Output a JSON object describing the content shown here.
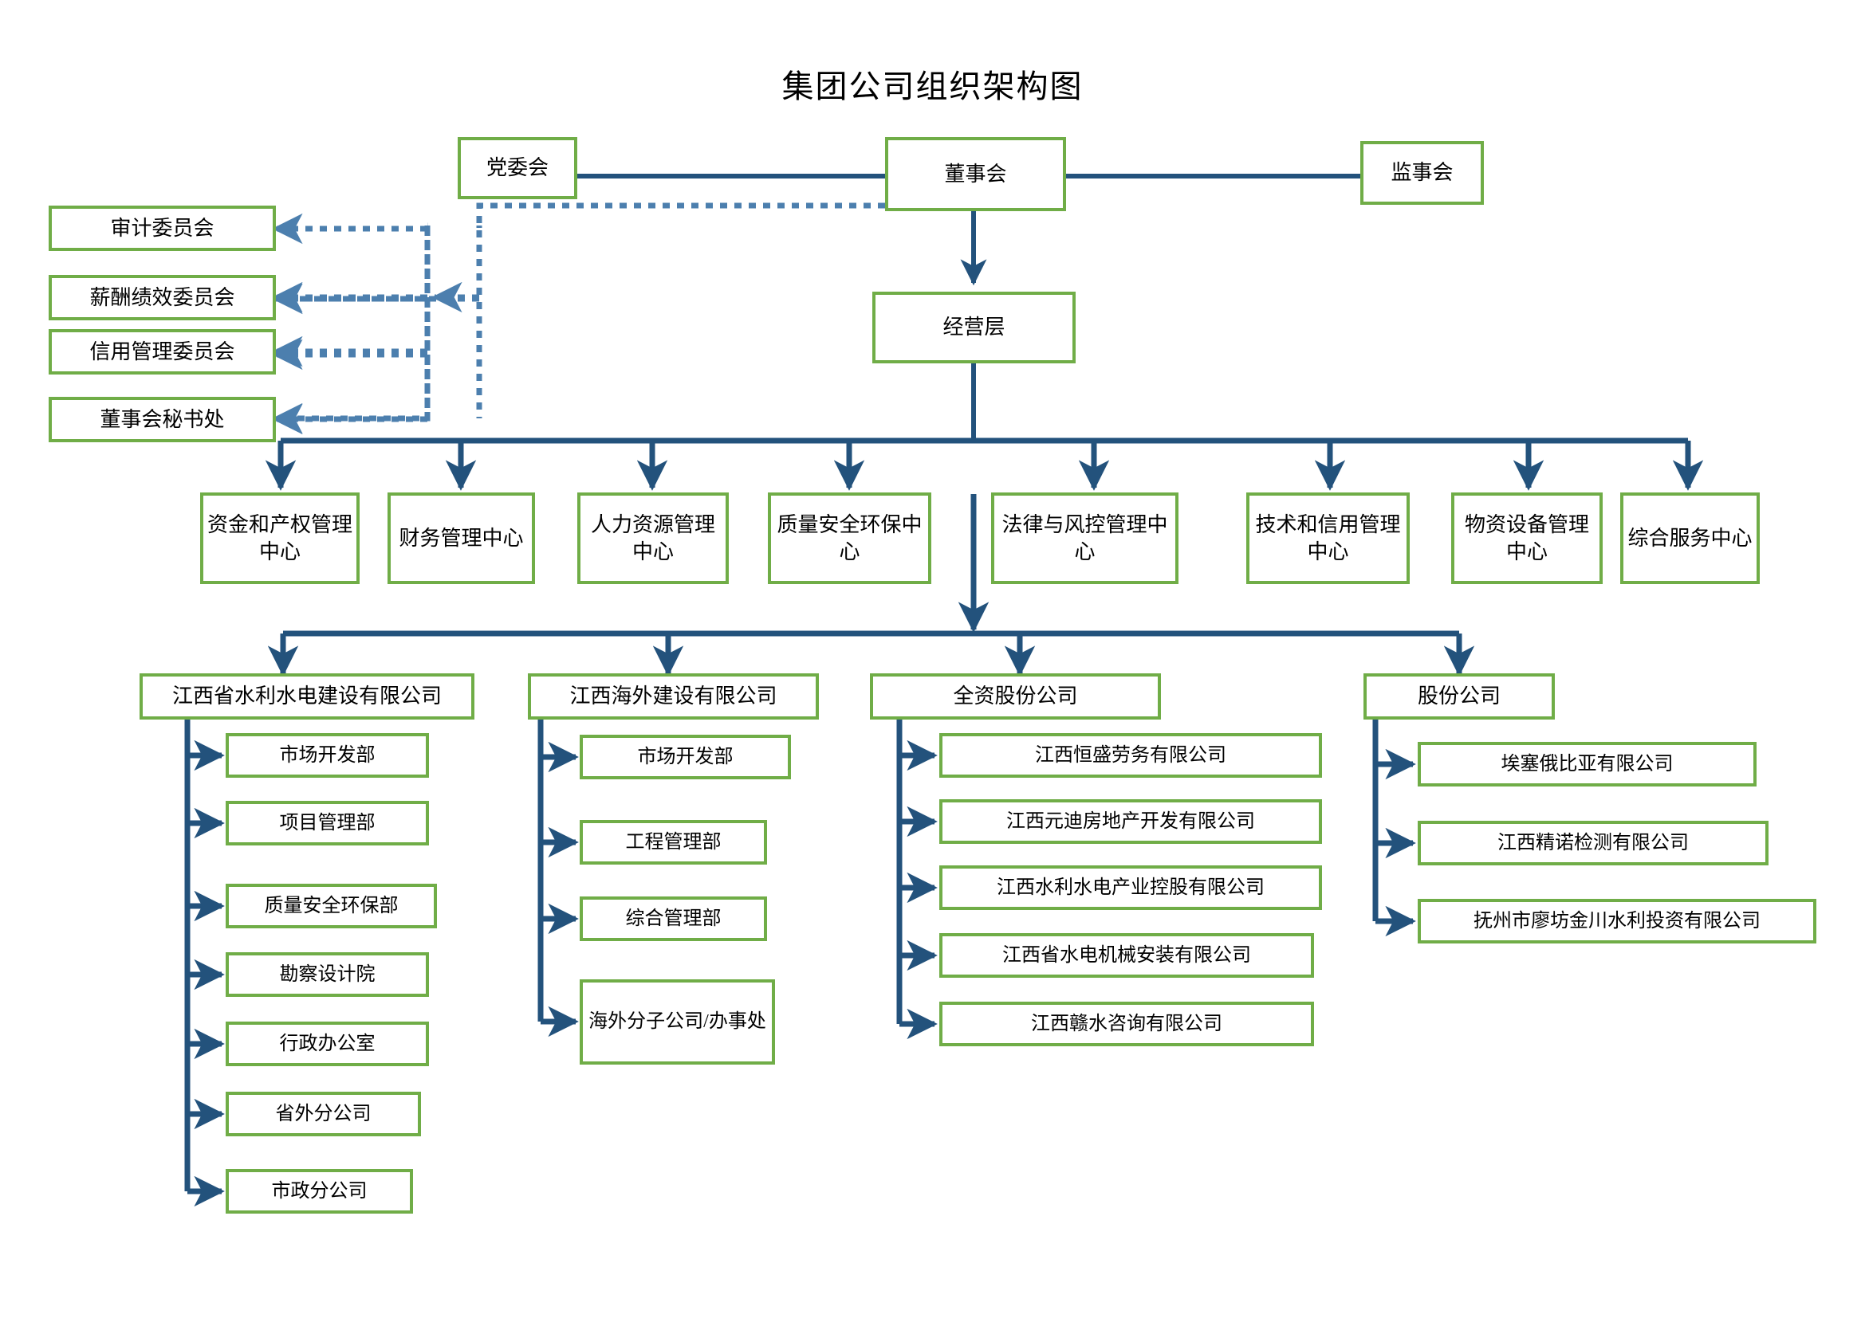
{
  "page": {
    "title": "集团公司组织架构图"
  },
  "colors": {
    "box_border": "#70AD47",
    "connector": "#23527C",
    "dotted_connector": "#4C7FAE",
    "background": "#FFFFFF",
    "text": "#000000"
  },
  "governance": {
    "party_committee": "党委会",
    "board_of_directors": "董事会",
    "board_of_supervisors": "监事会",
    "management_layer": "经营层"
  },
  "committees": [
    {
      "label": "审计委员会"
    },
    {
      "label": "薪酬绩效委员会"
    },
    {
      "label": "信用管理委员会"
    },
    {
      "label": "董事会秘书处"
    }
  ],
  "centers": [
    {
      "label": "资金和产权管理中心"
    },
    {
      "label": "财务管理中心"
    },
    {
      "label": "人力资源管理中心"
    },
    {
      "label": "质量安全环保中心"
    },
    {
      "label": "法律与风控管理中心"
    },
    {
      "label": "技术和信用管理中心"
    },
    {
      "label": "物资设备管理中心"
    },
    {
      "label": "综合服务中心"
    }
  ],
  "subsidiaries": [
    {
      "label": "江西省水利水电建设有限公司",
      "children": [
        {
          "label": "市场开发部"
        },
        {
          "label": "项目管理部"
        },
        {
          "label": "质量安全环保部"
        },
        {
          "label": "勘察设计院"
        },
        {
          "label": "行政办公室"
        },
        {
          "label": "省外分公司"
        },
        {
          "label": "市政分公司"
        }
      ]
    },
    {
      "label": "江西海外建设有限公司",
      "children": [
        {
          "label": "市场开发部"
        },
        {
          "label": "工程管理部"
        },
        {
          "label": "综合管理部"
        },
        {
          "label": "海外分子公司/办事处"
        }
      ]
    },
    {
      "label": "全资股份公司",
      "children": [
        {
          "label": "江西恒盛劳务有限公司"
        },
        {
          "label": "江西元迪房地产开发有限公司"
        },
        {
          "label": "江西水利水电产业控股有限公司"
        },
        {
          "label": "江西省水电机械安装有限公司"
        },
        {
          "label": "江西赣水咨询有限公司"
        }
      ]
    },
    {
      "label": "股份公司",
      "children": [
        {
          "label": "埃塞俄比亚有限公司"
        },
        {
          "label": "江西精诺检测有限公司"
        },
        {
          "label": "抚州市廖坊金川水利投资有限公司"
        }
      ]
    }
  ]
}
